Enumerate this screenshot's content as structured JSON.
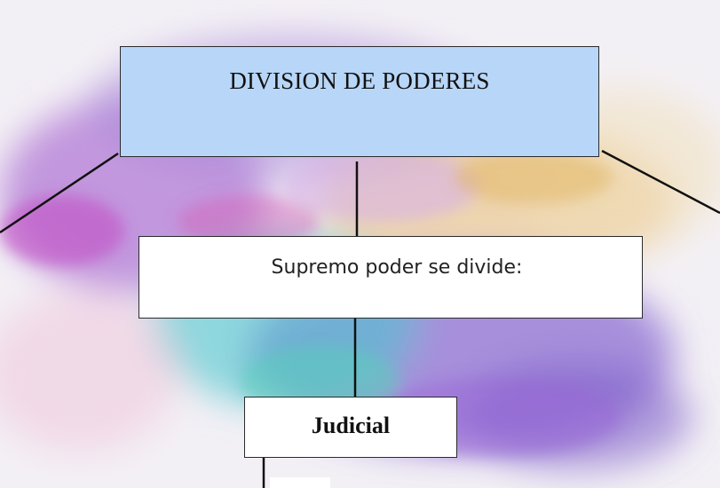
{
  "diagram": {
    "title": "DIVISION DE PODERES",
    "subtitle": "Supremo poder se divide:",
    "branch": "Judicial"
  }
}
